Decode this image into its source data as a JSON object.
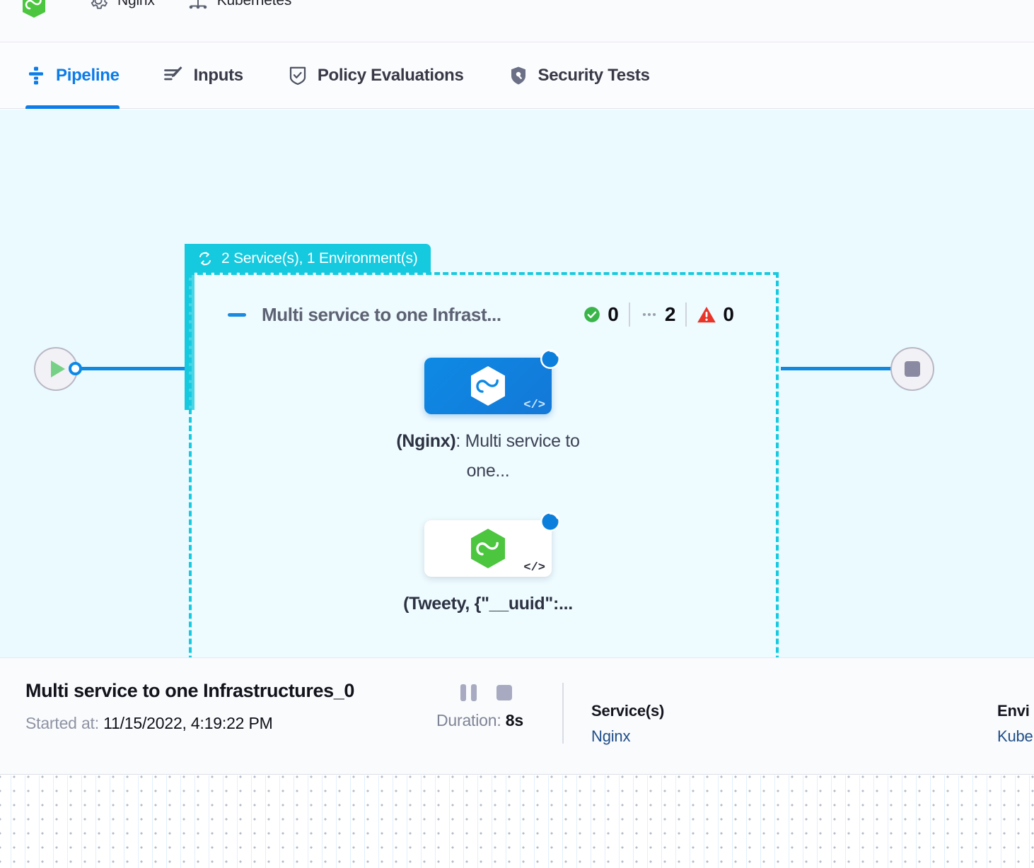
{
  "breadcrumbs": [
    {
      "icon": "harness-hexagon-icon",
      "label": ""
    },
    {
      "icon": "gear-icon",
      "label": "Nginx"
    },
    {
      "icon": "kubernetes-icon",
      "label": "Kubernetes"
    }
  ],
  "tabs": [
    {
      "id": "pipeline",
      "label": "Pipeline",
      "icon": "pipeline-icon",
      "active": true
    },
    {
      "id": "inputs",
      "label": "Inputs",
      "icon": "inputs-icon",
      "active": false
    },
    {
      "id": "policy-evaluations",
      "label": "Policy Evaluations",
      "icon": "policy-shield-icon",
      "active": false
    },
    {
      "id": "security-tests",
      "label": "Security Tests",
      "icon": "security-shield-icon",
      "active": false
    }
  ],
  "graph": {
    "group_header": {
      "icon": "loop-repeat-icon",
      "label": "2 Service(s), 1 Environment(s)"
    },
    "stage": {
      "collapse_icon": "minus-collapse-icon",
      "title": "Multi service to one Infrast...",
      "stats": [
        {
          "icon": "success-check-icon",
          "value": "0",
          "color": "#3ab54a"
        },
        {
          "icon": "pending-ellipsis-icon",
          "value": "2",
          "color": "#8a8fa0"
        },
        {
          "icon": "warning-triangle-icon",
          "value": "0",
          "color": "#e8352a"
        }
      ]
    },
    "nodes": [
      {
        "id": "node-nginx",
        "style": "blue",
        "hex_color": "#ffffff",
        "badge": "running-spinner-badge",
        "code_icon": "</>",
        "label_bold": "(Nginx)",
        "label_rest": ": Multi service to one..."
      },
      {
        "id": "node-tweety",
        "style": "white",
        "hex_color": "#4caf28",
        "badge": "running-spinner-badge",
        "code_icon": "</>",
        "label_bold": "(Tweety, {\"__uuid\":...",
        "label_rest": ""
      }
    ],
    "start_node": {
      "icon": "play-icon"
    },
    "end_node": {
      "icon": "stop-icon"
    }
  },
  "detail": {
    "title": "Multi service to one Infrastructures_0",
    "started_label": "Started at:",
    "started_value": "11/15/2022, 4:19:22 PM",
    "pause_icon": "pause-icon",
    "stop_icon": "stop-icon",
    "duration_label": "Duration:",
    "duration_value": "8s",
    "services": {
      "title": "Service(s)",
      "value": "Nginx"
    },
    "environments": {
      "title": "Envi",
      "value": "Kube"
    }
  },
  "colors": {
    "accent_blue": "#0b7ce8",
    "group_cyan": "#15c9de",
    "canvas_bg": "#eafaff",
    "link_blue": "#1f4e88"
  }
}
